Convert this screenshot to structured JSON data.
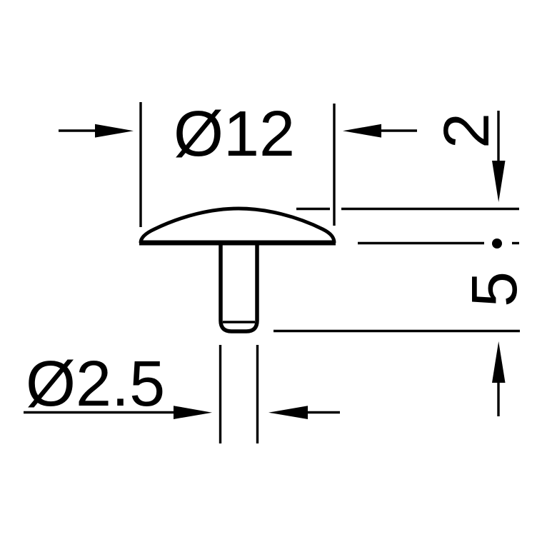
{
  "drawing": {
    "background_color": "#ffffff",
    "line_color": "#000000",
    "type": "technical-dimension-drawing",
    "part": "cover-cap-side-view",
    "labels": {
      "cap_diameter": "Ø12",
      "cap_height": "2",
      "overall_height": "5",
      "shank_diameter": "Ø2.5"
    },
    "values": {
      "cap_diameter": 12,
      "cap_height": 2,
      "overall_height": 5,
      "shank_diameter": 2.5
    }
  }
}
